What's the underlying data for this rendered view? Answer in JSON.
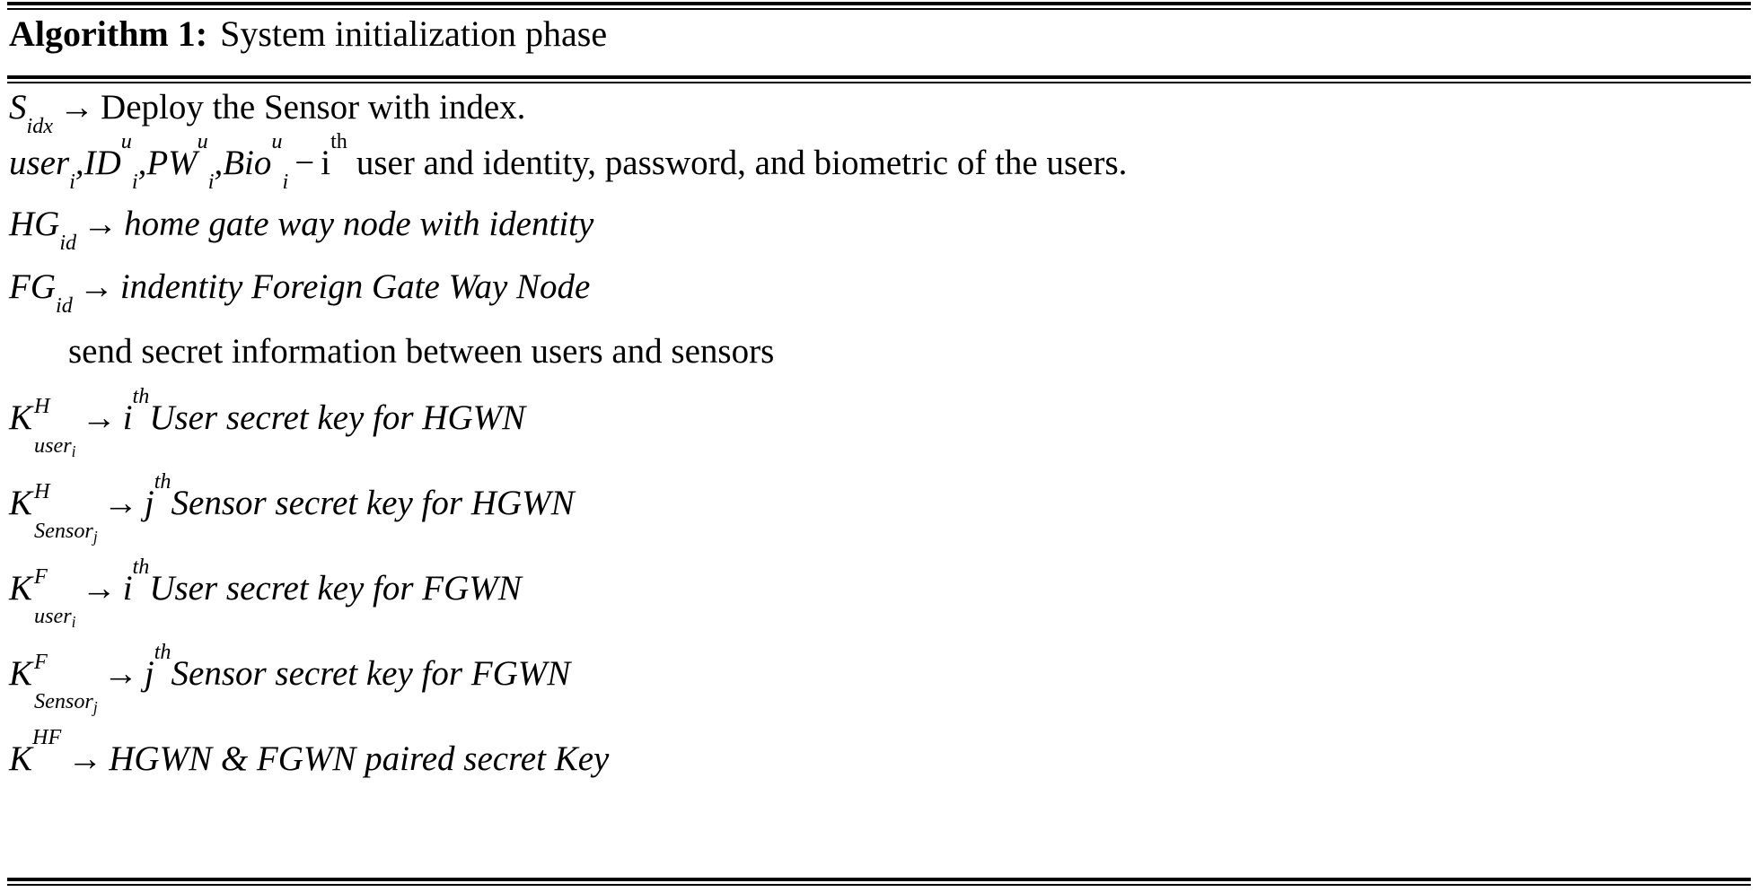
{
  "algorithm": {
    "label": "Algorithm 1:",
    "title": "System initialization phase",
    "lines": [
      {
        "id": "line-sensor-deploy",
        "symbol": "S",
        "symbol_sub": "idx",
        "arrow": "→",
        "text": "Deploy the Sensor with index."
      },
      {
        "id": "line-user-credentials",
        "symbol_text": "user",
        "symbol_sub": "i",
        "id_sym": "ID",
        "id_sup": "u",
        "id_sub": "i",
        "pw_sym": "PW",
        "pw_sup": "u",
        "pw_sub": "i",
        "bio_sym": "Bio",
        "bio_sup": "u",
        "bio_sub": "i",
        "dash": "−",
        "ordinal_base": "i",
        "ordinal_sup": "th",
        "text": "user and identity, password, and biometric of the users.",
        "comma": ","
      },
      {
        "id": "line-home-gateway",
        "symbol": "HG",
        "symbol_sub": "id",
        "arrow": "→",
        "text": "home gate way node with identity"
      },
      {
        "id": "line-foreign-gateway",
        "symbol": "FG",
        "symbol_sub": "id",
        "arrow": "→",
        "text": "indentity Foreign Gate Way Node"
      },
      {
        "id": "line-send-secret",
        "text": "send secret information between users and sensors"
      },
      {
        "id": "line-key-user-hgwn",
        "symbol": "K",
        "symbol_sup": "H",
        "symbol_sub": "user",
        "symbol_sub_idx": "i",
        "arrow": "→",
        "ordinal_base": "i",
        "ordinal_sup": "th",
        "text": "User secret key for HGWN"
      },
      {
        "id": "line-key-sensor-hgwn",
        "symbol": "K",
        "symbol_sup": "H",
        "symbol_sub": "Sensor",
        "symbol_sub_idx": "j",
        "arrow": "→",
        "ordinal_base": "j",
        "ordinal_sup": "th",
        "text": "Sensor secret key for HGWN"
      },
      {
        "id": "line-key-user-fgwn",
        "symbol": "K",
        "symbol_sup": "F",
        "symbol_sub": "user",
        "symbol_sub_idx": "i",
        "arrow": "→",
        "ordinal_base": "i",
        "ordinal_sup": "th",
        "text": "User secret key for FGWN"
      },
      {
        "id": "line-key-sensor-fgwn",
        "symbol": "K",
        "symbol_sup": "F",
        "symbol_sub": "Sensor",
        "symbol_sub_idx": "j",
        "arrow": "→",
        "ordinal_base": "j",
        "ordinal_sup": "th",
        "text": "Sensor secret key for FGWN"
      },
      {
        "id": "line-key-paired",
        "symbol": "K",
        "symbol_sup": "HF",
        "arrow": "→",
        "text": "HGWN & FGWN paired secret Key"
      }
    ]
  },
  "colors": {
    "text": "#000000",
    "rule": "#000000",
    "background": "#ffffff"
  }
}
